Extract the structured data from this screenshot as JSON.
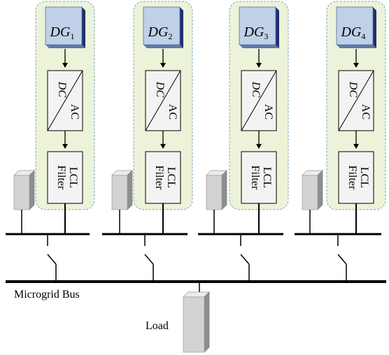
{
  "colors": {
    "module_fill": "#ecf3d8",
    "module_border": "#7ea6cc",
    "dg_front": "#bfd0e8",
    "dg_side": "#1f2f6e",
    "dg_top": "#5f78ad",
    "block_fill": "#f3f3f3",
    "wire": "#000000",
    "cabinet_front": "#d3d3d3",
    "cabinet_side": "#8e8e8e",
    "cabinet_top": "#ececec"
  },
  "units": [
    {
      "dg_main": "DG",
      "dg_sub": "1",
      "conv_top": "DC",
      "conv_bottom": "AC",
      "filter_line1": "LCL",
      "filter_line2": "Filter"
    },
    {
      "dg_main": "DG",
      "dg_sub": "2",
      "conv_top": "DC",
      "conv_bottom": "AC",
      "filter_line1": "LCL",
      "filter_line2": "Filter"
    },
    {
      "dg_main": "DG",
      "dg_sub": "3",
      "conv_top": "DC",
      "conv_bottom": "AC",
      "filter_line1": "LCL",
      "filter_line2": "Filter"
    },
    {
      "dg_main": "DG",
      "dg_sub": "4",
      "conv_top": "DC",
      "conv_bottom": "AC",
      "filter_line1": "LCL",
      "filter_line2": "Filter"
    }
  ],
  "bus_label": "Microgrid Bus",
  "load_label": "Load"
}
